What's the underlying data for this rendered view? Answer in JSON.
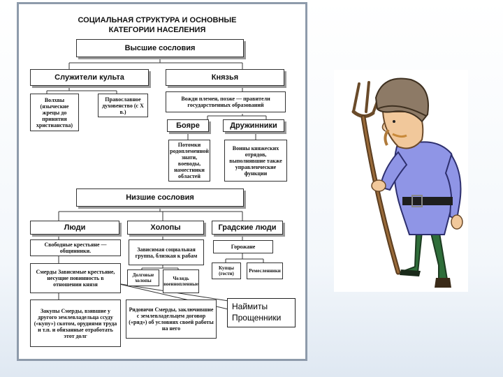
{
  "title_line1": "СОЦИАЛЬНАЯ СТРУКТУРА И ОСНОВНЫЕ",
  "title_line2": "КАТЕГОРИИ НАСЕЛЕНИЯ",
  "upper": {
    "header": "Высшие сословия",
    "clergy": "Служители культа",
    "princes": "Князья",
    "volkhvy": "Волхвы (языческие жрецы до принятия христианства)",
    "orthodox": "Православное духовенство (с X в.)",
    "leaders": "Вожди племен, позже — правители государственных образований",
    "boyars": "Бояре",
    "druzhina": "Дружинники",
    "boyars_desc": "Потомки родоплеменной знати, воеводы, наместники областей",
    "druzhina_desc": "Воины княжеских отрядов, выполнявшие также управленческие функции"
  },
  "lower": {
    "header": "Низшие сословия",
    "lyudi": "Люди",
    "kholopy": "Холопы",
    "townsfolk": "Градские люди",
    "free_peasants": "Свободные крестьяне — общинники.",
    "dependent": "Зависимая социальная группа, близкая к рабам",
    "gorozhane": "Горожане",
    "smerdy": "Смерды Зависимые крестьяне, несущие повинность в отношении князя",
    "debt_kholopy": "Долговые холопы",
    "chelyad": "Челядь (военнопленные)",
    "kuptsy": "Купцы (гости)",
    "craftsmen": "Ремесленники",
    "zakupy": "Закупы Смерды, взявшие у другого землевладельца ссуду («купу») скотом, орудиями труда и т.п. и обязанные отработать этот долг",
    "ryadovichi": "Рядовичи Смерды, заключившие с землевладельцем договор («ряд») об условиях своей работы на него"
  },
  "callout": {
    "line1": "Наймиты",
    "line2": "Прощенники"
  },
  "colors": {
    "panel_border": "#8e9bab",
    "shirt": "#8f95e6",
    "hat": "#8d7a66",
    "skin": "#f1c89b",
    "pitchfork": "#6a4b2a"
  },
  "icons": {
    "figure": "peasant-with-pitchfork"
  }
}
